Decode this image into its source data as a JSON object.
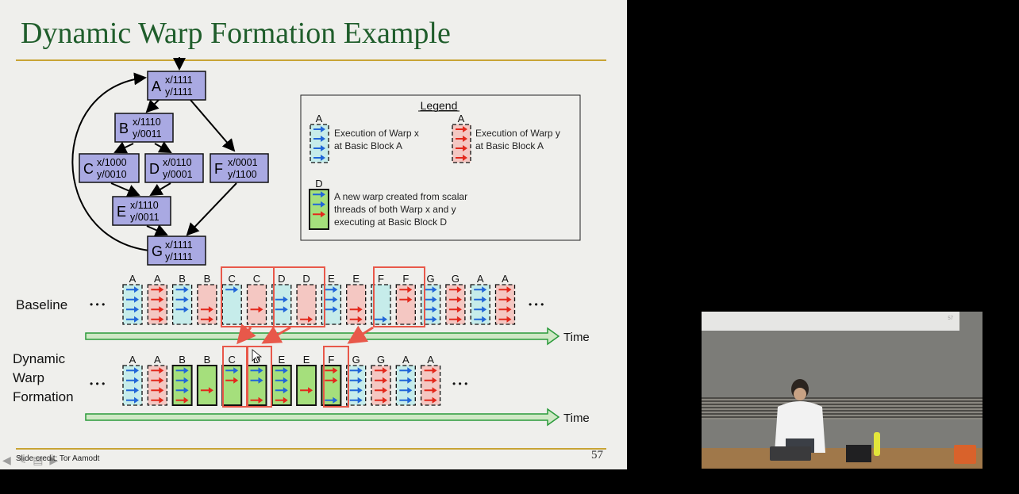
{
  "slide": {
    "title": "Dynamic Warp Formation Example",
    "number": "57",
    "credit": "Slide credit: Tor Aamodt"
  },
  "cfg": {
    "nodes": [
      {
        "id": "A",
        "x": "x/1111",
        "y": "y/1111"
      },
      {
        "id": "B",
        "x": "x/1110",
        "y": "y/0011"
      },
      {
        "id": "C",
        "x": "x/1000",
        "y": "y/0010"
      },
      {
        "id": "D",
        "x": "x/0110",
        "y": "y/0001"
      },
      {
        "id": "F",
        "x": "x/0001",
        "y": "y/1100"
      },
      {
        "id": "E",
        "x": "x/1110",
        "y": "y/0011"
      },
      {
        "id": "G",
        "x": "x/1111",
        "y": "y/1111"
      }
    ]
  },
  "legend": {
    "title": "Legend",
    "warp_x_label": "A",
    "warp_x_text": [
      "Execution of Warp x",
      "at Basic Block A"
    ],
    "warp_y_label": "A",
    "warp_y_text": [
      "Execution of Warp y",
      "at Basic Block A"
    ],
    "new_warp_label": "D",
    "new_warp_text": [
      "A new warp created from scalar",
      "threads of both Warp x and y",
      "executing at Basic Block D"
    ]
  },
  "baseline": {
    "label": "Baseline",
    "ellipsis": "• • •",
    "time_label": "Time",
    "blocks": [
      {
        "label": "A",
        "type": "x",
        "mask": "1111"
      },
      {
        "label": "A",
        "type": "y",
        "mask": "1111"
      },
      {
        "label": "B",
        "type": "x",
        "mask": "1110"
      },
      {
        "label": "B",
        "type": "y",
        "mask": "0011"
      },
      {
        "label": "C",
        "type": "x",
        "mask": "1000"
      },
      {
        "label": "C",
        "type": "y",
        "mask": "0010"
      },
      {
        "label": "D",
        "type": "x",
        "mask": "0110"
      },
      {
        "label": "D",
        "type": "y",
        "mask": "0001"
      },
      {
        "label": "E",
        "type": "x",
        "mask": "1110"
      },
      {
        "label": "E",
        "type": "y",
        "mask": "0011"
      },
      {
        "label": "F",
        "type": "x",
        "mask": "0001"
      },
      {
        "label": "F",
        "type": "y",
        "mask": "1100"
      },
      {
        "label": "G",
        "type": "x",
        "mask": "1111"
      },
      {
        "label": "G",
        "type": "y",
        "mask": "1111"
      },
      {
        "label": "A",
        "type": "x",
        "mask": "1111"
      },
      {
        "label": "A",
        "type": "y",
        "mask": "1111"
      }
    ]
  },
  "dwf": {
    "label_lines": [
      "Dynamic",
      "Warp",
      "Formation"
    ],
    "ellipsis": "• • •",
    "time_label": "Time",
    "blocks": [
      {
        "label": "A",
        "type": "x",
        "mask": "1111"
      },
      {
        "label": "A",
        "type": "y",
        "mask": "1111"
      },
      {
        "label": "B",
        "type": "m",
        "mask": "xxxy"
      },
      {
        "label": "B",
        "type": "m",
        "mask": "00y0"
      },
      {
        "label": "C",
        "type": "m",
        "mask": "xy00"
      },
      {
        "label": "D",
        "type": "m",
        "mask": "xx0y"
      },
      {
        "label": "E",
        "type": "m",
        "mask": "xxxy"
      },
      {
        "label": "E",
        "type": "m",
        "mask": "00y0"
      },
      {
        "label": "F",
        "type": "m",
        "mask": "yy0x"
      },
      {
        "label": "G",
        "type": "x",
        "mask": "1111"
      },
      {
        "label": "G",
        "type": "y",
        "mask": "1111"
      },
      {
        "label": "A",
        "type": "x",
        "mask": "1111"
      },
      {
        "label": "A",
        "type": "y",
        "mask": "1111"
      }
    ]
  },
  "colors": {
    "warp_x_fill": "#c6ecea",
    "warp_y_fill": "#f4c7c2",
    "merged_fill": "#a5df7c",
    "arrow_x": "#2166d8",
    "arrow_y": "#e3281c",
    "highlight": "#e8584a",
    "node_fill": "#a9a9e2",
    "time_fill": "#cfe8c5",
    "time_stroke": "#2a9a3a",
    "title": "#1f5d2b"
  }
}
